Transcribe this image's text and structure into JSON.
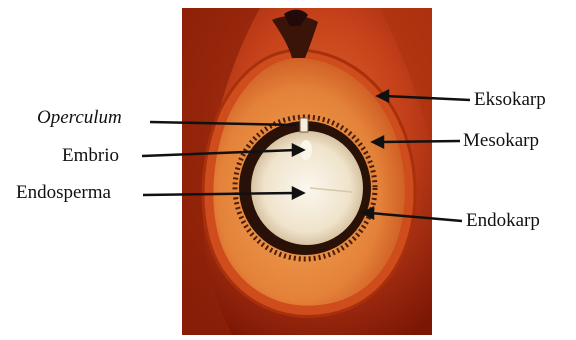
{
  "figure": {
    "subject": "palm-fruit-cross-section-photo"
  },
  "labels": {
    "operculum": "Operculum",
    "embrio": "Embrio",
    "endosperma": "Endosperma",
    "eksokarp": "Eksokarp",
    "mesokarp": "Mesokarp",
    "endokarp": "Endokarp"
  },
  "colors": {
    "background_dark": "#8a1c08",
    "background_orange": "#d9531a",
    "exocarp": "#c8451a",
    "mesocarp": "#e78a3a",
    "endocarp": "#2b1208",
    "endosperm": "#f6efe0",
    "label_text": "#111111"
  }
}
